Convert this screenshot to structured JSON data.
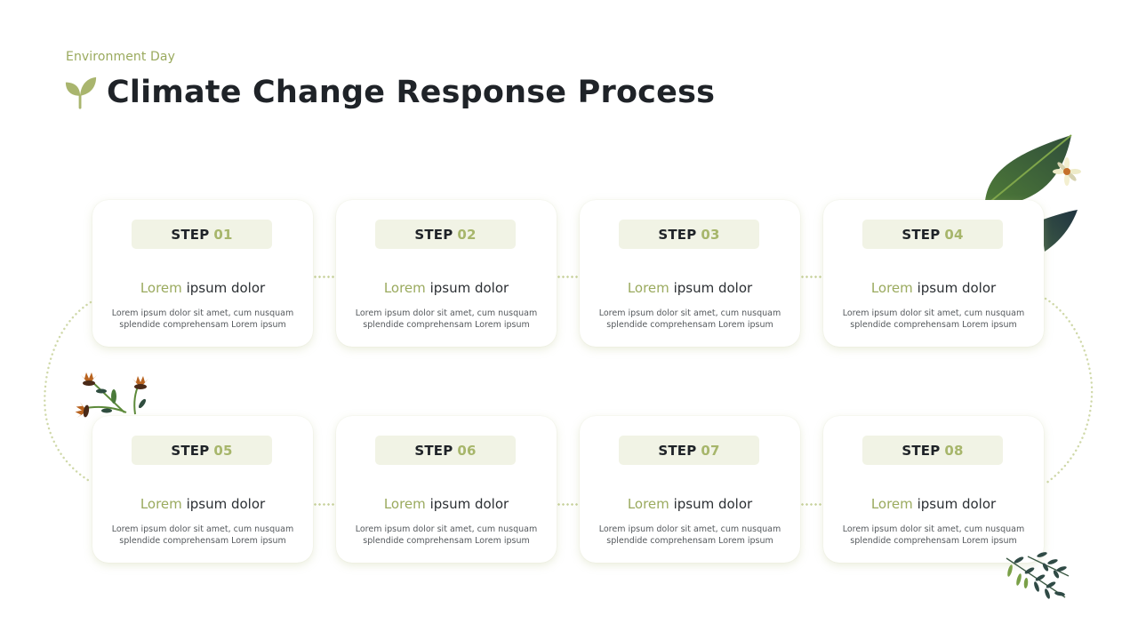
{
  "header": {
    "subtitle": "Environment Day",
    "title": "Climate Change Response Process",
    "icon": "sprout-icon"
  },
  "colors": {
    "accent": "#9aaa5e",
    "pill_bg": "#f1f3e5",
    "title": "#1f2328",
    "dots": "#c7d19b"
  },
  "steps": [
    {
      "label": "STEP",
      "number": "01",
      "heading_accent": "Lorem",
      "heading_rest": "ipsum dolor",
      "desc_line1": "Lorem ipsum dolor sit amet, cum nusquam",
      "desc_line2": "splendide comprehensam Lorem ipsum"
    },
    {
      "label": "STEP",
      "number": "02",
      "heading_accent": "Lorem",
      "heading_rest": "ipsum dolor",
      "desc_line1": "Lorem ipsum dolor sit amet, cum nusquam",
      "desc_line2": "splendide comprehensam Lorem ipsum"
    },
    {
      "label": "STEP",
      "number": "03",
      "heading_accent": "Lorem",
      "heading_rest": "ipsum dolor",
      "desc_line1": "Lorem ipsum dolor sit amet, cum nusquam",
      "desc_line2": "splendide comprehensam Lorem ipsum"
    },
    {
      "label": "STEP",
      "number": "04",
      "heading_accent": "Lorem",
      "heading_rest": "ipsum dolor",
      "desc_line1": "Lorem ipsum dolor sit amet, cum nusquam",
      "desc_line2": "splendide comprehensam Lorem ipsum"
    },
    {
      "label": "STEP",
      "number": "05",
      "heading_accent": "Lorem",
      "heading_rest": "ipsum dolor",
      "desc_line1": "Lorem ipsum dolor sit amet, cum nusquam",
      "desc_line2": "splendide comprehensam Lorem ipsum"
    },
    {
      "label": "STEP",
      "number": "06",
      "heading_accent": "Lorem",
      "heading_rest": "ipsum dolor",
      "desc_line1": "Lorem ipsum dolor sit amet, cum nusquam",
      "desc_line2": "splendide comprehensam Lorem ipsum"
    },
    {
      "label": "STEP",
      "number": "07",
      "heading_accent": "Lorem",
      "heading_rest": "ipsum dolor",
      "desc_line1": "Lorem ipsum dolor sit amet, cum nusquam",
      "desc_line2": "splendide comprehensam Lorem ipsum"
    },
    {
      "label": "STEP",
      "number": "08",
      "heading_accent": "Lorem",
      "heading_rest": "ipsum dolor",
      "desc_line1": "Lorem ipsum dolor sit amet, cum nusquam",
      "desc_line2": "splendide comprehensam Lorem ipsum"
    }
  ]
}
